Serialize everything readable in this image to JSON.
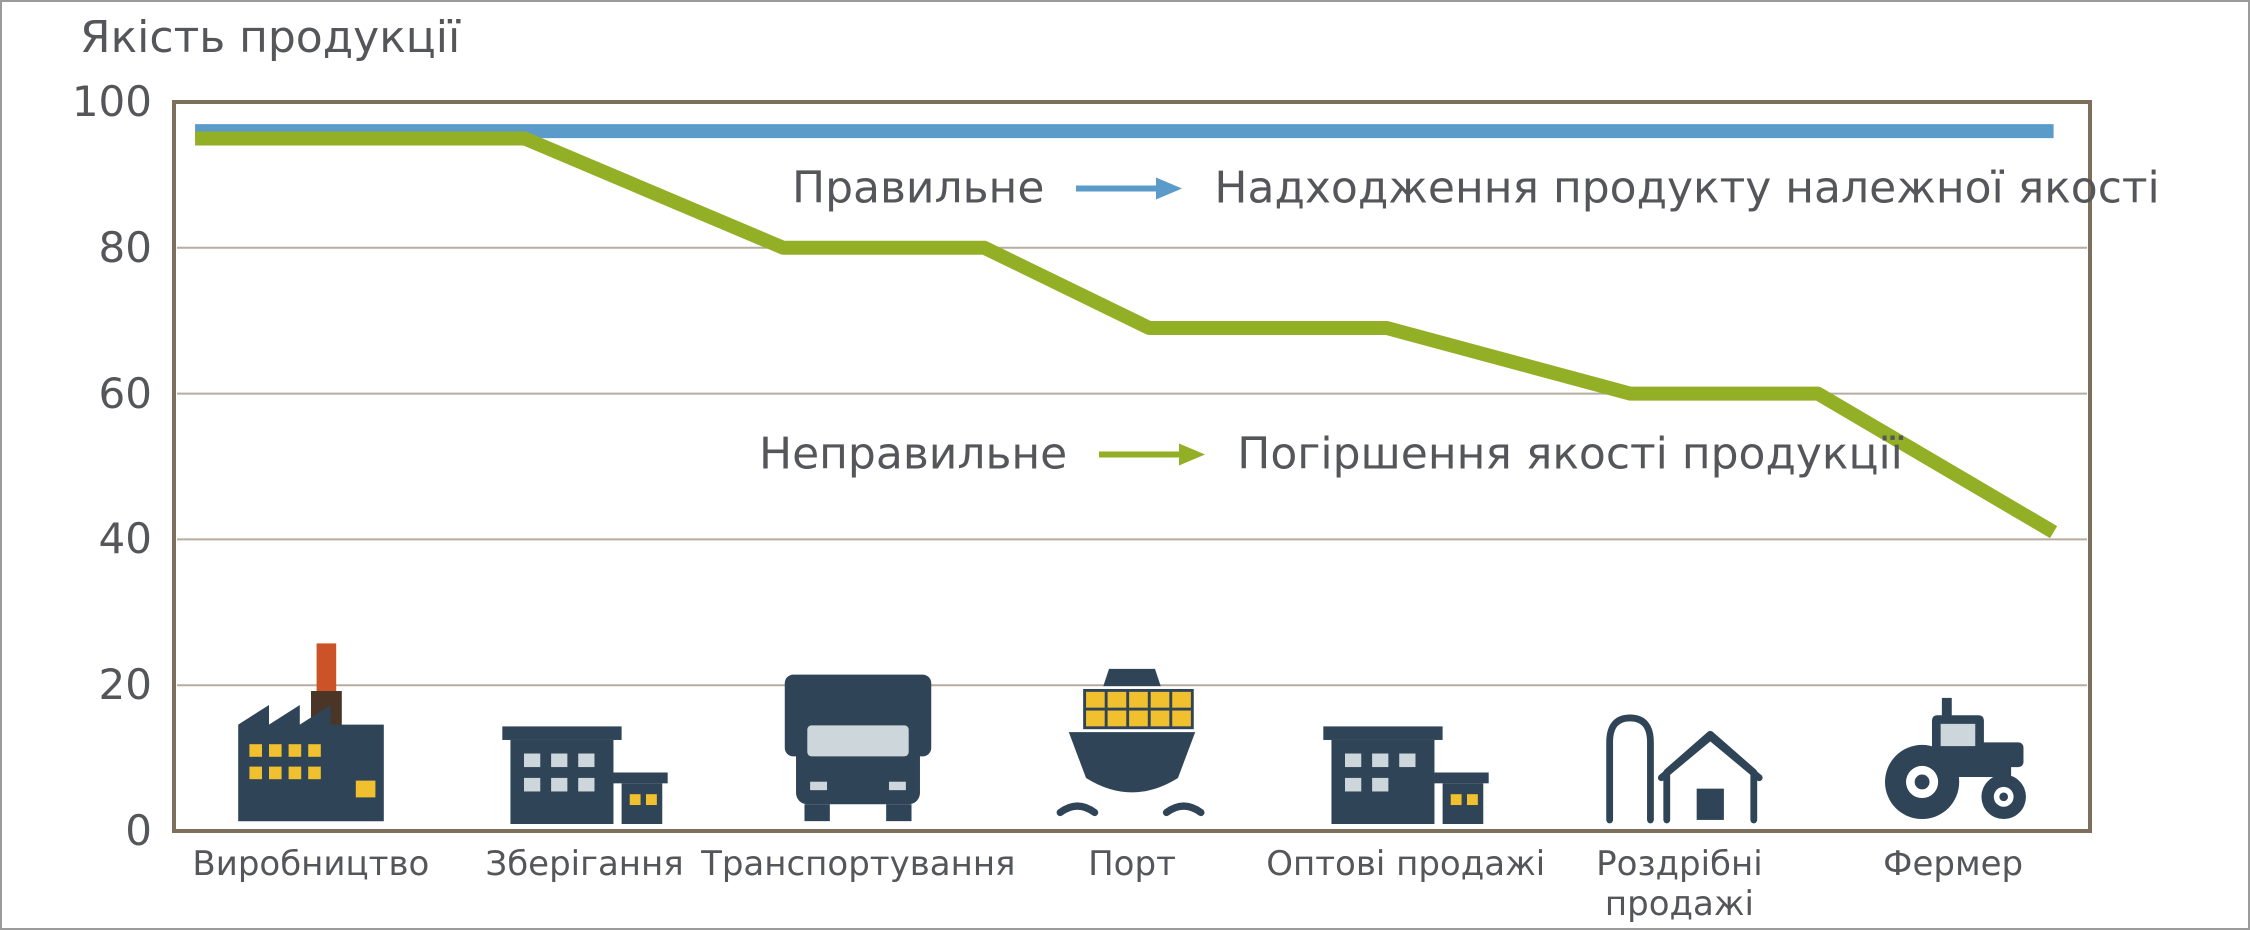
{
  "title": "Якість продукції",
  "chart_data": {
    "type": "line",
    "title": "Якість продукції",
    "xlabel": "",
    "ylabel": "Якість продукції",
    "ylim": [
      0,
      100
    ],
    "yticks": [
      0,
      20,
      40,
      60,
      80,
      100
    ],
    "grid": "horizontal",
    "legend_position": "inside-plot",
    "categories": [
      "Виробництво",
      "Зберігання",
      "Транспортування",
      "Порт",
      "Оптові продажі",
      "Роздрібні\nпродажі",
      "Фермер"
    ],
    "series": [
      {
        "name": "Надходження продукту належної якості",
        "color": "#5b9bc9",
        "values_by_category": [
          96,
          96,
          96,
          96,
          96,
          96,
          96
        ],
        "polyline": [
          {
            "fx": 0.011,
            "v": 96
          },
          {
            "fx": 0.981,
            "v": 96
          }
        ]
      },
      {
        "name": "Погіршення якості продукції",
        "color": "#93af25",
        "values_by_category": [
          95,
          95,
          80,
          69,
          68,
          60,
          41
        ],
        "polyline": [
          {
            "fx": 0.011,
            "v": 95
          },
          {
            "fx": 0.183,
            "v": 95
          },
          {
            "fx": 0.318,
            "v": 80
          },
          {
            "fx": 0.423,
            "v": 80
          },
          {
            "fx": 0.509,
            "v": 69
          },
          {
            "fx": 0.633,
            "v": 69
          },
          {
            "fx": 0.76,
            "v": 60
          },
          {
            "fx": 0.858,
            "v": 60
          },
          {
            "fx": 0.981,
            "v": 41
          }
        ]
      }
    ],
    "legend": [
      {
        "label": "Правильне",
        "desc": "Надходження продукту належної якості",
        "color": "#5b9bc9"
      },
      {
        "label": "Неправильне",
        "desc": "Погіршення якості продукції",
        "color": "#93af25"
      }
    ]
  },
  "icons": [
    "factory",
    "warehouse",
    "truck",
    "cargo-ship",
    "warehouse",
    "farm-barn",
    "tractor"
  ],
  "colors": {
    "text": "#54565a",
    "grid": "#b7aca1",
    "plot_border": "#7d6f5c",
    "line_correct": "#5b9bc9",
    "line_incorrect": "#93af25",
    "icon_dark": "#2f4456",
    "icon_yellow": "#f0c02e",
    "icon_orange": "#cc5227",
    "icon_brown": "#4a3526",
    "window_light": "#cdd6da"
  }
}
